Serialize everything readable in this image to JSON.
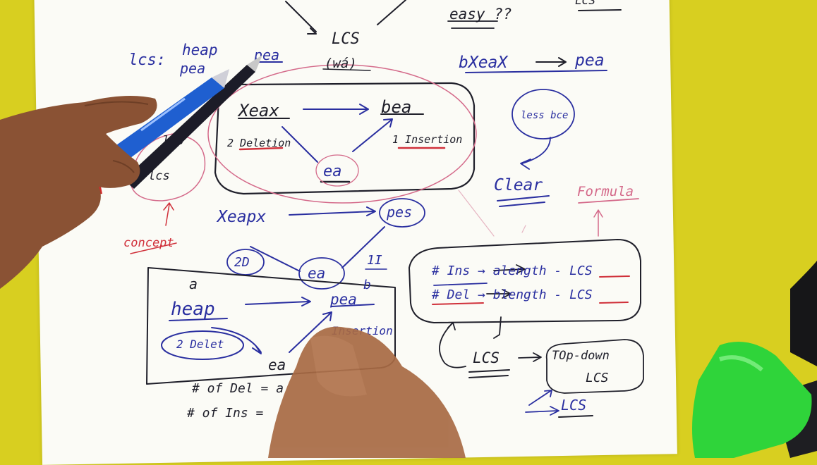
{
  "notes": {
    "top_lcs": "LCS",
    "top_wa": "(wá)",
    "easy": "easy ??",
    "top_right": "LCS",
    "lcs_left": "lcs:",
    "heap_small": "heap",
    "pea_small": "pea",
    "pea_small2": "pea",
    "bxeax": "bXeaX",
    "pea_right": "pea",
    "xeax": "Xeax",
    "bea_top": "bea",
    "two_deletion": "2 Deletion",
    "one_insertion": "1 Insertion",
    "ea_center": "ea",
    "less_bce": "less bce",
    "clear": "Clear",
    "formula": "Formula",
    "les_small": "les",
    "lcs_small": "lcs",
    "concept": "concept",
    "xeapx": "Xeapx",
    "pes": "pes",
    "two_d": "2D",
    "ea_mid": "ea",
    "one_i": "1I",
    "b": "b",
    "ins_line": "# Ins → alength - LCS",
    "del_line": "# Del → blength - LCS",
    "a": "a",
    "heap": "heap",
    "pea_box": "pea",
    "two_delet": "2 Delet",
    "insertion": "Insertion",
    "ea_box": "ea",
    "lcs_bottom": "LCS",
    "topdown": "TOp-down",
    "topdown_lcs": "LCS",
    "lcs_bottom2": "LCS",
    "of_del": "# of Del = a",
    "of_ins": "# of Ins ="
  },
  "colors": {
    "table": "#d8cf20",
    "paper": "#fbfbf6",
    "blue_ink": "#2a2fa0",
    "black_ink": "#1f1f2a",
    "red_ink": "#d0303a",
    "pink_ink": "#d46a8a",
    "skin": "#8a5234",
    "pen_blue": "#1f5fd0",
    "highlighter": "#2fd43a"
  },
  "icons": [
    "pen-icon",
    "hand-icon",
    "highlighter-icon"
  ]
}
